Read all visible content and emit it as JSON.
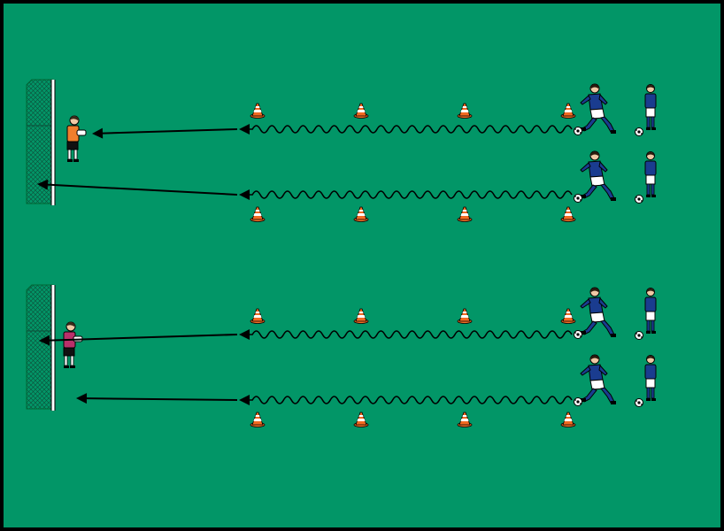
{
  "diagram": {
    "colors": {
      "field": "#029667",
      "frame": "#000000",
      "cone_orange": "#f26b22",
      "cone_white": "#ffffff",
      "player_shirt": "#1a3c8f",
      "player_shorts": "#ffffff",
      "keeper_top_shirt": "#f07e2d",
      "keeper_bottom_shirt": "#b8306a",
      "goal_post": "#ffffff",
      "net": "#0c4d38"
    },
    "drills": [
      {
        "lanes": [
          "dribble-then-shot",
          "dribble-then-shot"
        ],
        "keeper": "orange-shirt"
      },
      {
        "lanes": [
          "dribble-then-shot",
          "dribble-then-shot"
        ],
        "keeper": "pink-shirt"
      }
    ],
    "icons": [
      "goal-icon",
      "goalkeeper-icon",
      "player-icon",
      "ball-icon",
      "cone-icon",
      "dribble-path-icon",
      "pass-arrow-icon"
    ]
  }
}
